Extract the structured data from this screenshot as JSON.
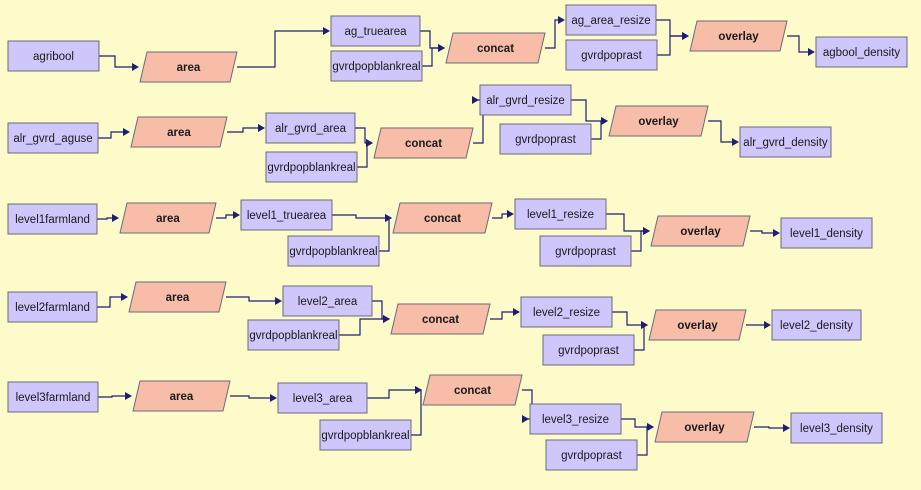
{
  "diagram": {
    "rows": [
      {
        "source": "agribool",
        "area_tool": "area",
        "area_output": "ag_truearea",
        "blank": "gvrdpopblankreal",
        "concat_tool": "concat",
        "resize": "ag_area_resize",
        "pop": "gvrdpoprast",
        "overlay_tool": "overlay",
        "density": "agbool_density"
      },
      {
        "source": "alr_gvrd_aguse",
        "area_tool": "area",
        "area_output": "alr_gvrd_area",
        "blank": "gvrdpopblankreal",
        "concat_tool": "concat",
        "resize": "alr_gvrd_resize",
        "pop": "gvrdpoprast",
        "overlay_tool": "overlay",
        "density": "alr_gvrd_density"
      },
      {
        "source": "level1farmland",
        "area_tool": "area",
        "area_output": "level1_truearea",
        "blank": "gvrdpopblankreal",
        "concat_tool": "concat",
        "resize": "level1_resize",
        "pop": "gvrdpoprast",
        "overlay_tool": "overlay",
        "density": "level1_density"
      },
      {
        "source": "level2farmland",
        "area_tool": "area",
        "area_output": "level2_area",
        "blank": "gvrdpopblankreal",
        "concat_tool": "concat",
        "resize": "level2_resize",
        "pop": "gvrdpoprast",
        "overlay_tool": "overlay",
        "density": "level2_density"
      },
      {
        "source": "level3farmland",
        "area_tool": "area",
        "area_output": "level3_area",
        "blank": "gvrdpopblankreal",
        "concat_tool": "concat",
        "resize": "level3_resize",
        "pop": "gvrdpoprast",
        "overlay_tool": "overlay",
        "density": "level3_density"
      }
    ]
  },
  "colors": {
    "background": "#fdfbc9",
    "data_fill": "#cfc6fb",
    "tool_fill": "#f7bda9",
    "connector": "#1e1e78"
  }
}
